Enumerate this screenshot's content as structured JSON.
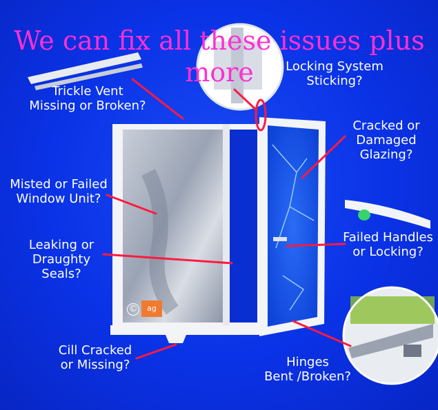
{
  "headline": "We can fix all these issues plus more",
  "labels": {
    "trickle_vent": "Trickle Vent\nMissing or Broken?",
    "locking_system": "Locking System\nSticking?",
    "cracked_glazing": "Cracked or\nDamaged\nGlazing?",
    "misted_unit": "Misted or Failed\nWindow Unit?",
    "failed_handles": "Failed Handles\nor Locking?",
    "leaking_seals": "Leaking or\nDraughty\nSeals?",
    "cill": "Cill Cracked\nor Missing?",
    "hinges": "Hinges\nBent /Broken?"
  },
  "watermark": "©",
  "logo_text": "ag",
  "colors": {
    "background": "#0a32e6",
    "headline": "#ff2fd2",
    "pointer_line": "#ff1a40",
    "frame": "#f2f4f8"
  }
}
